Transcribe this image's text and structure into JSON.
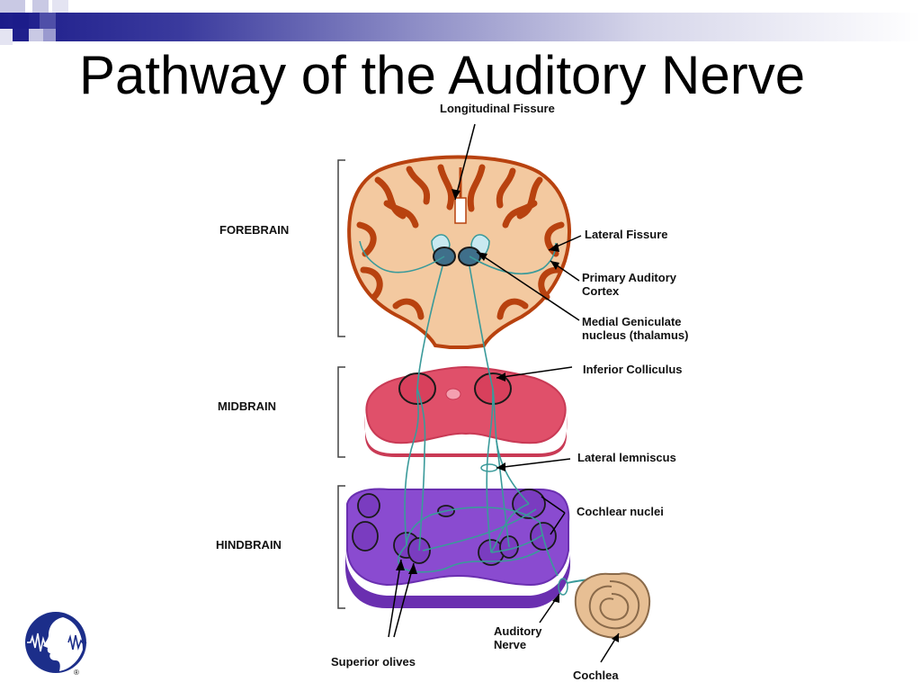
{
  "slide": {
    "title": "Pathway of the Auditory Nerve"
  },
  "colors": {
    "title_bar_dark": "#1c1c8a",
    "forebrain_tissue": "#f3c9a0",
    "cortex_outline": "#b8420f",
    "midbrain": "#e0506a",
    "hindbrain": "#8a4bd0",
    "pathway": "#3a9a9a",
    "cochlea": "#e7bf94"
  },
  "labels": {
    "longitudinal_fissure": "Longitudinal Fissure",
    "forebrain": "FOREBRAIN",
    "lateral_fissure": "Lateral Fissure",
    "primary_auditory_cortex": [
      "Primary Auditory",
      "Cortex"
    ],
    "medial_geniculate": [
      "Medial Geniculate",
      "nucleus (thalamus)"
    ],
    "inferior_colliculus": "Inferior Colliculus",
    "midbrain": "MIDBRAIN",
    "lateral_lemniscus": "Lateral lemniscus",
    "cochlear_nuclei": "Cochlear nuclei",
    "hindbrain": "HINDBRAIN",
    "auditory_nerve": [
      "Auditory",
      "Nerve"
    ],
    "superior_olives": "Superior olives",
    "cochlea": "Cochlea"
  },
  "logo": {
    "icon": "head-profile-sound-wave-icon",
    "mark": "®"
  }
}
